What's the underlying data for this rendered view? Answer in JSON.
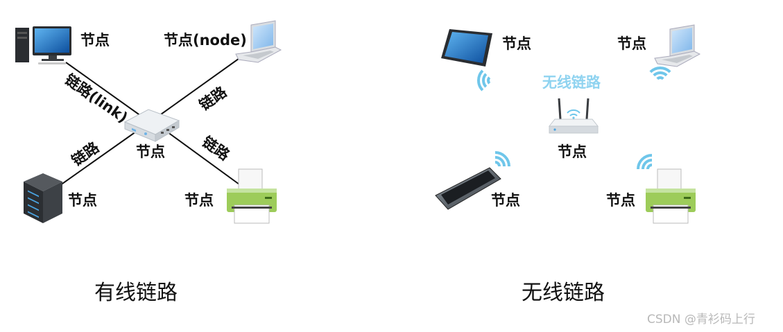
{
  "wired": {
    "caption": "有线链路",
    "node_label": "节点",
    "node_label_en": "节点(node)",
    "link_label": "链路",
    "link_label_en": "链路(link)"
  },
  "wireless": {
    "caption": "无线链路",
    "node_label": "节点",
    "link_label": "无线链路"
  },
  "watermark": "CSDN @青衫码上行",
  "colors": {
    "wire": "#111111",
    "wifi": "#6fc6ea",
    "printer_green": "#9dcc5a",
    "screen_blue": "#1f78c8"
  },
  "icons": [
    "desktop-computer-icon",
    "laptop-icon",
    "switch-icon",
    "server-icon",
    "printer-icon",
    "tablet-icon",
    "router-icon",
    "smartphone-icon",
    "wifi-signal-icon"
  ]
}
